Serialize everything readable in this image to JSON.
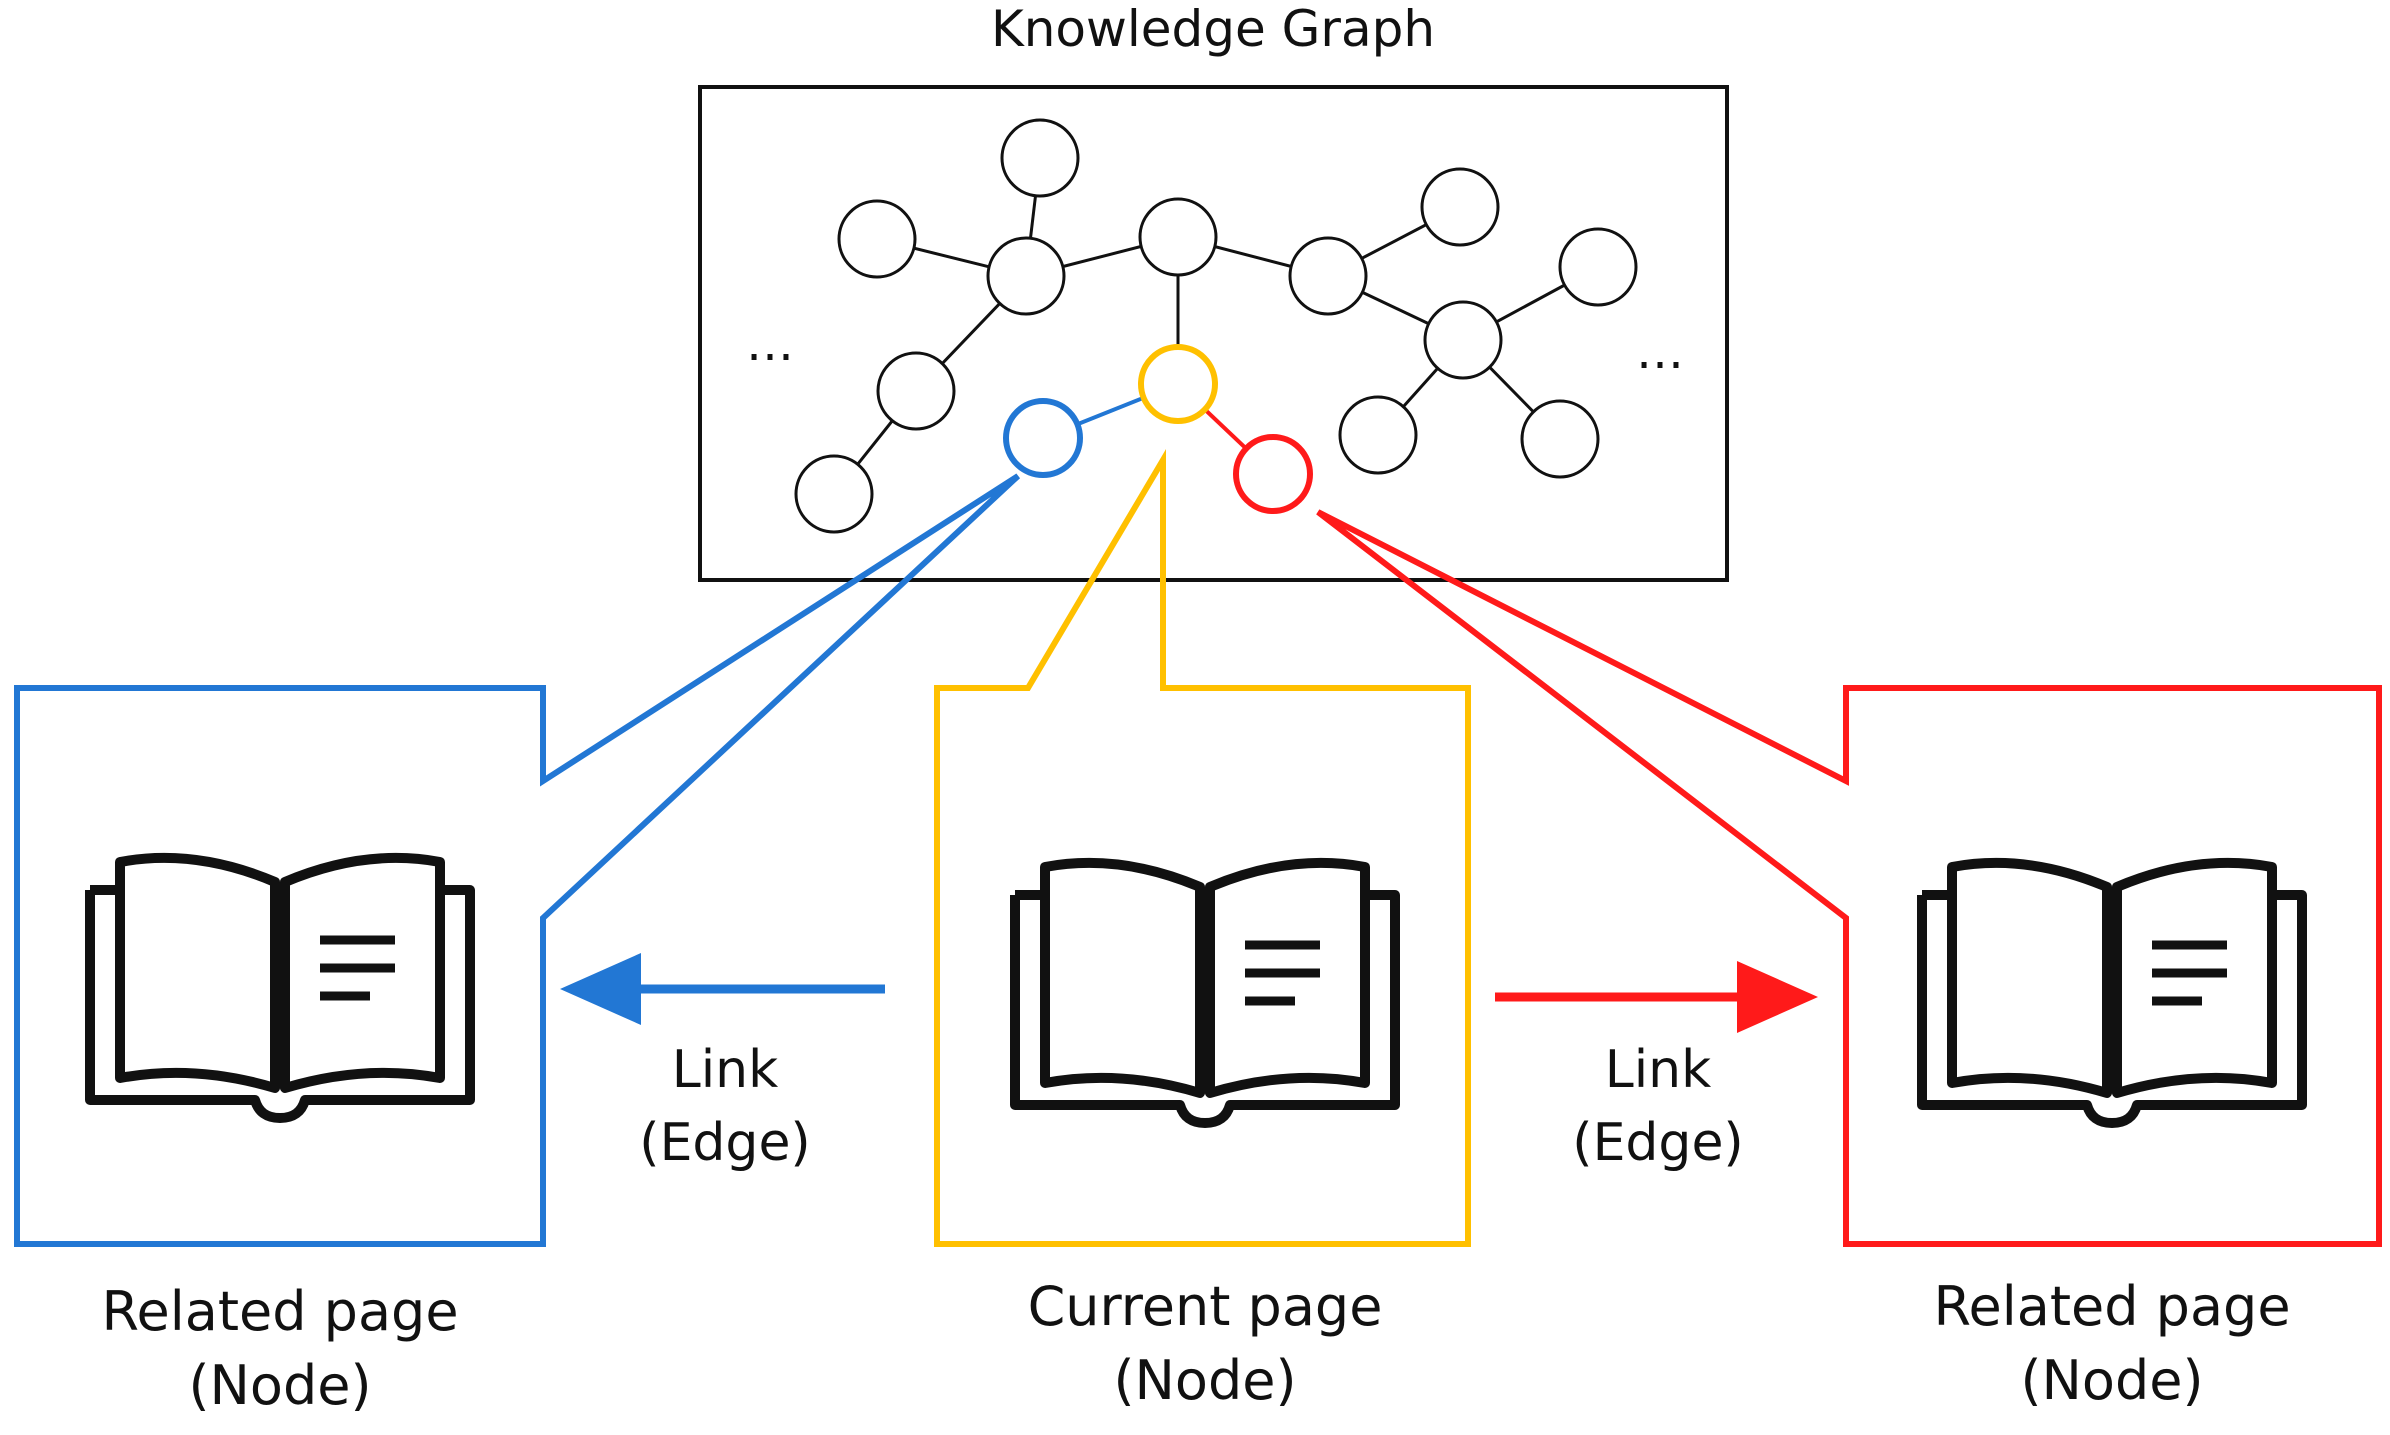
{
  "graph": {
    "title": "Knowledge Graph",
    "ellipsis_left": "…",
    "ellipsis_right": "…"
  },
  "links": {
    "left": {
      "line1": "Link",
      "line2": "(Edge)"
    },
    "right": {
      "line1": "Link",
      "line2": "(Edge)"
    }
  },
  "pages": {
    "left": {
      "line1": "Related page",
      "line2": "(Node)"
    },
    "center": {
      "line1": "Current page",
      "line2": "(Node)"
    },
    "right": {
      "line1": "Related page",
      "line2": "(Node)"
    }
  },
  "colors": {
    "blue": "#2277d4",
    "yellow": "#ffc000",
    "red": "#ff1a1a",
    "ink": "#111111"
  },
  "icons": [
    "open-book-icon"
  ]
}
